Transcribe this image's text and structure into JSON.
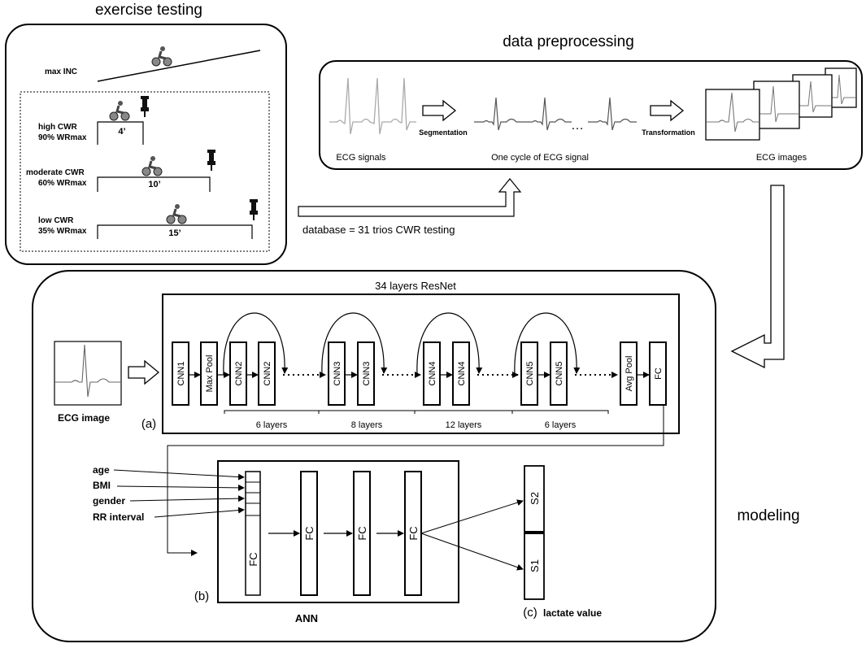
{
  "exercise": {
    "title": "exercise testing",
    "max_inc": "max INC",
    "high": {
      "name": "high CWR",
      "pct": "90% WRmax",
      "dur": "4’"
    },
    "moderate": {
      "name": "moderate CWR",
      "pct": "60% WRmax",
      "dur": "10’"
    },
    "low": {
      "name": "low CWR",
      "pct": "35% WRmax",
      "dur": "15’"
    },
    "database": "database = 31 trios CWR testing"
  },
  "preprocessing": {
    "title": "data preprocessing",
    "signals": "ECG signals",
    "segmentation": "Segmentation",
    "cycle": "One cycle of ECG signal",
    "dots": "…",
    "transformation": "Transformation",
    "images": "ECG images"
  },
  "modeling": {
    "title": "modeling",
    "resnet_title": "34 layers ResNet",
    "ecg_image": "ECG image",
    "panel_a": "(a)",
    "panel_b": "(b)",
    "panel_c": "(c)",
    "layers": [
      "CNN1",
      "Max Pool",
      "CNN2",
      "CNN2",
      "CNN3",
      "CNN3",
      "CNN4",
      "CNN4",
      "CNN5",
      "CNN5",
      "Avg Pool",
      "FC"
    ],
    "groups": [
      "6 layers",
      "8 layers",
      "12 layers",
      "6 layers"
    ],
    "inputs": [
      "age",
      "BMI",
      "gender",
      "RR interval"
    ],
    "fc": "FC",
    "ann": "ANN",
    "s2": "S2",
    "s1": "S1",
    "lactate": "lactate value"
  }
}
